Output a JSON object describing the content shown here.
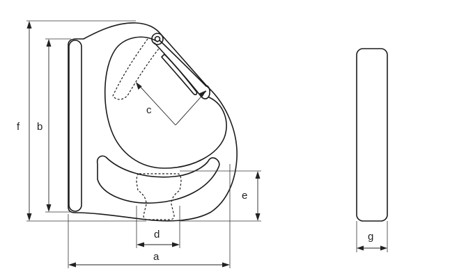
{
  "diagram": {
    "labels": {
      "a": "a",
      "b": "b",
      "c": "c",
      "d": "d",
      "e": "e",
      "f": "f",
      "g": "g"
    }
  }
}
